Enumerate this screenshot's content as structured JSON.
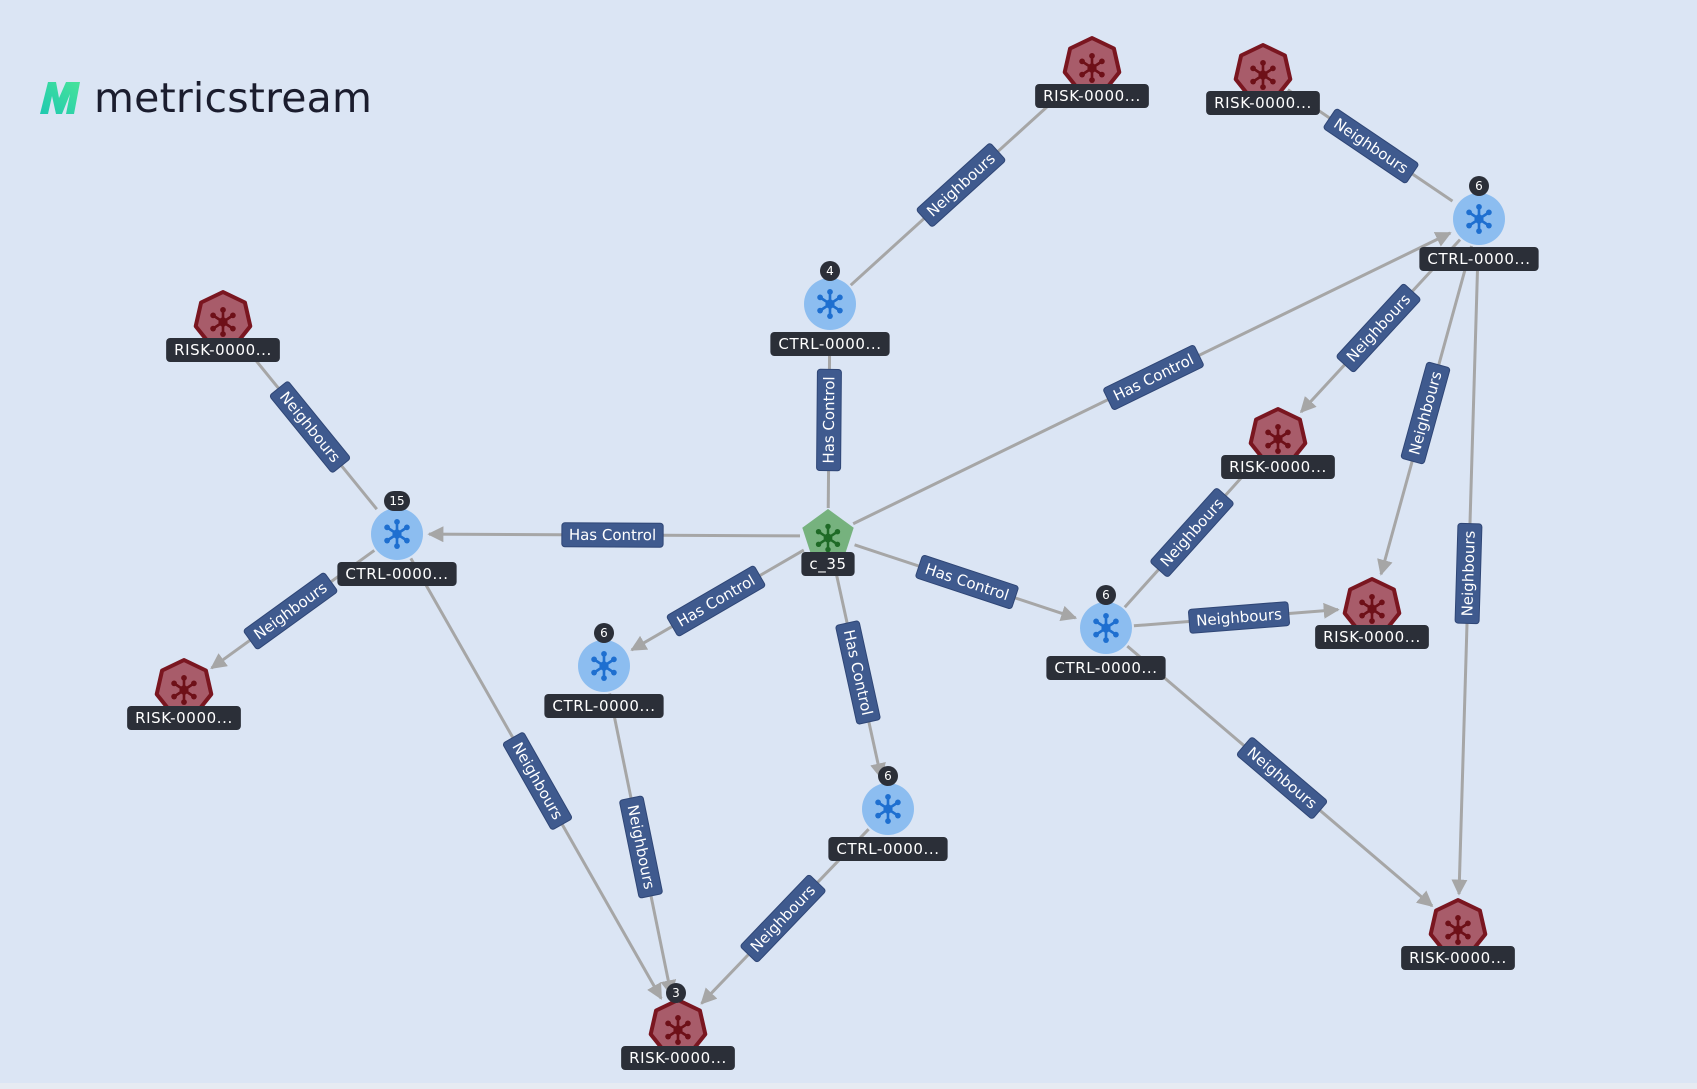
{
  "brand": {
    "name": "metricstream",
    "accent": "#2fd3a6"
  },
  "colors": {
    "background": "#dbe5f4",
    "edge": "#a6a6a6",
    "edge_label_bg": "#3f5a8e",
    "node_label_bg": "#2b2f38",
    "ctrl_fill": "#8cbdf0",
    "ctrl_icon": "#1e6fd0",
    "risk_fill": "#a85c6a",
    "risk_stroke": "#7a1620",
    "risk_icon": "#6e1018",
    "root_fill": "#76b27e",
    "root_icon": "#1e6a26"
  },
  "graph": {
    "nodes": [
      {
        "id": "c35",
        "type": "root",
        "label": "c_35"
      },
      {
        "id": "ctrlTop",
        "type": "ctrl",
        "label": "CTRL-0000...",
        "badge": "4"
      },
      {
        "id": "ctrlLeft",
        "type": "ctrl",
        "label": "CTRL-0000...",
        "badge": "15"
      },
      {
        "id": "ctrlMidL",
        "type": "ctrl",
        "label": "CTRL-0000...",
        "badge": "6"
      },
      {
        "id": "ctrlMidB",
        "type": "ctrl",
        "label": "CTRL-0000...",
        "badge": "6"
      },
      {
        "id": "ctrlRight",
        "type": "ctrl",
        "label": "CTRL-0000...",
        "badge": "6"
      },
      {
        "id": "ctrlTR",
        "type": "ctrl",
        "label": "CTRL-0000...",
        "badge": "6"
      },
      {
        "id": "riskTop1",
        "type": "risk",
        "label": "RISK-0000..."
      },
      {
        "id": "riskTop2",
        "type": "risk",
        "label": "RISK-0000..."
      },
      {
        "id": "riskL1",
        "type": "risk",
        "label": "RISK-0000..."
      },
      {
        "id": "riskL2",
        "type": "risk",
        "label": "RISK-0000..."
      },
      {
        "id": "riskMidR",
        "type": "risk",
        "label": "RISK-0000..."
      },
      {
        "id": "riskR2",
        "type": "risk",
        "label": "RISK-0000..."
      },
      {
        "id": "riskBR",
        "type": "risk",
        "label": "RISK-0000..."
      },
      {
        "id": "riskB",
        "type": "risk",
        "label": "RISK-0000...",
        "badge": "3"
      }
    ],
    "edges": [
      {
        "from": "c35",
        "to": "ctrlTop",
        "label": "Has Control",
        "arrow": true
      },
      {
        "from": "c35",
        "to": "ctrlLeft",
        "label": "Has Control",
        "arrow": true
      },
      {
        "from": "c35",
        "to": "ctrlTR",
        "label": "Has Control",
        "arrow": true
      },
      {
        "from": "c35",
        "to": "ctrlMidL",
        "label": "Has Control",
        "arrow": true
      },
      {
        "from": "c35",
        "to": "ctrlMidB",
        "label": "Has Control",
        "arrow": true
      },
      {
        "from": "c35",
        "to": "ctrlRight",
        "label": "Has Control",
        "arrow": true
      },
      {
        "from": "ctrlTop",
        "to": "riskTop1",
        "label": "Neighbours",
        "arrow": false
      },
      {
        "from": "riskTop2",
        "to": "ctrlTR",
        "label": "Neighbours",
        "arrow": false
      },
      {
        "from": "riskL1",
        "to": "ctrlLeft",
        "label": "Neighbours",
        "arrow": false
      },
      {
        "from": "ctrlLeft",
        "to": "riskL2",
        "label": "Neighbours",
        "arrow": true
      },
      {
        "from": "ctrlLeft",
        "to": "riskB",
        "label": "Neighbours",
        "arrow": true
      },
      {
        "from": "ctrlMidL",
        "to": "riskB",
        "label": "Neighbours",
        "arrow": true
      },
      {
        "from": "ctrlMidB",
        "to": "riskB",
        "label": "Neighbours",
        "arrow": true
      },
      {
        "from": "ctrlTR",
        "to": "riskMidR",
        "label": "Neighbours",
        "arrow": true
      },
      {
        "from": "ctrlTR",
        "to": "riskR2",
        "label": "Neighbours",
        "arrow": true
      },
      {
        "from": "ctrlTR",
        "to": "riskBR",
        "label": "Neighbours",
        "arrow": true
      },
      {
        "from": "ctrlRight",
        "to": "riskMidR",
        "label": "Neighbours",
        "arrow": false
      },
      {
        "from": "ctrlRight",
        "to": "riskR2",
        "label": "Neighbours",
        "arrow": true
      },
      {
        "from": "ctrlRight",
        "to": "riskBR",
        "label": "Neighbours",
        "arrow": true
      }
    ]
  }
}
